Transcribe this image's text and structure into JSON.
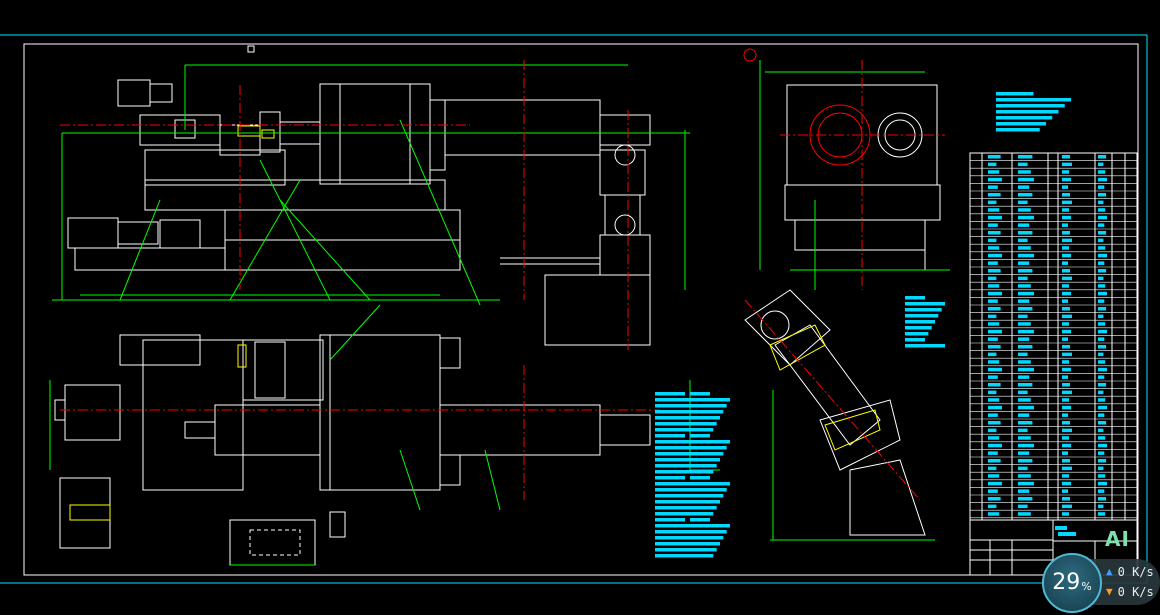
{
  "colors": {
    "background": "#000000",
    "frame": "#00e5ff",
    "outline": "#ffffff",
    "dimension": "#00ff00",
    "centerline": "#ff0000",
    "annotation": "#00ffff",
    "highlight": "#ffff00"
  },
  "logo": {
    "text": "AI"
  },
  "network_widget": {
    "cpu_percent": "29",
    "cpu_unit": "%",
    "upload_speed": "0 K/s",
    "download_speed": "0 K/s",
    "upload_icon": "arrow-up-icon",
    "download_icon": "arrow-down-icon"
  }
}
